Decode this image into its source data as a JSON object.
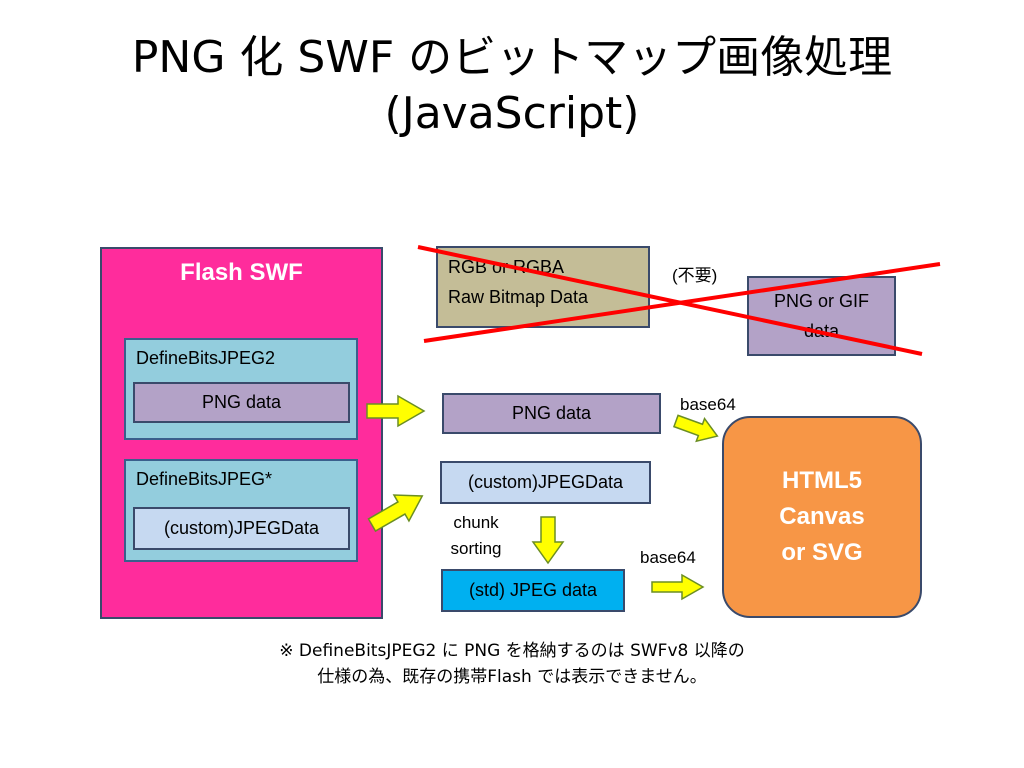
{
  "title": {
    "line1": "PNG 化 SWF のビットマップ画像処理",
    "line2": "(JavaScript)"
  },
  "flash": {
    "label": "Flash SWF",
    "jpeg2": {
      "label": "DefineBitsJPEG2",
      "inner": "PNG data"
    },
    "jpegx": {
      "label": "DefineBitsJPEG*",
      "inner": "(custom)JPEGData"
    }
  },
  "raw_bitmap": {
    "line1": "RGB or RGBA",
    "line2": "Raw Bitmap Data"
  },
  "unneeded": "(不要)",
  "png_gif": {
    "line1": "PNG or GIF",
    "line2": "data"
  },
  "png_data": "PNG data",
  "custom_jpeg": "(custom)JPEGData",
  "chunk_sorting": {
    "line1": "chunk",
    "line2": "sorting"
  },
  "std_jpeg": "(std) JPEG data",
  "base64_top": "base64",
  "base64_bottom": "base64",
  "output": {
    "line1": "HTML5",
    "line2": "Canvas",
    "line3": "or SVG"
  },
  "note": {
    "line1": "※ DefineBitsJPEG2 に PNG を格納するのは SWFv8 以降の",
    "line2": "仕様の為、既存の携帯Flash では表示できません。"
  },
  "colors": {
    "flash": "#ff2c9c",
    "arrow": "#ffff00",
    "cross": "#ff0000",
    "output": "#f79646"
  }
}
